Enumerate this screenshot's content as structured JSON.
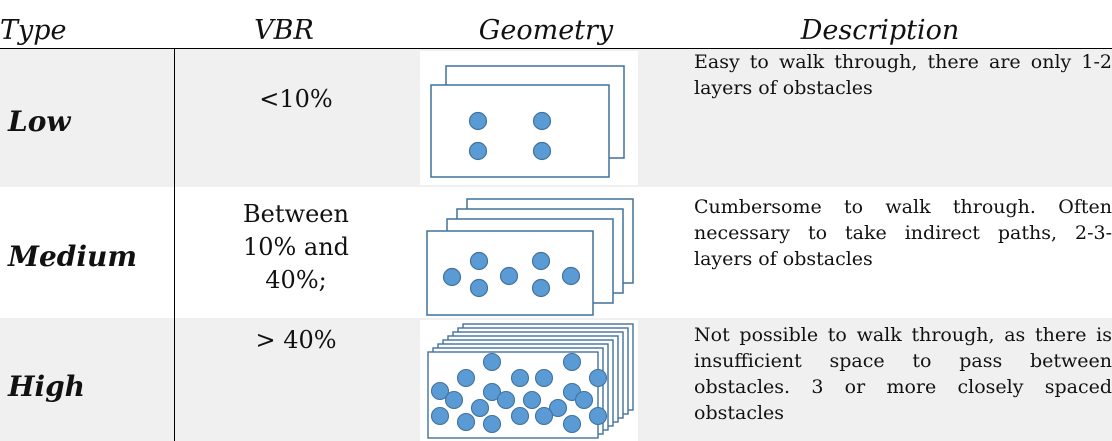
{
  "headers": {
    "type": "Type",
    "vbr": "VBR",
    "geometry": "Geometry",
    "description": "Description"
  },
  "rows": [
    {
      "type": "Low",
      "vbr_lines": [
        "<10%"
      ],
      "description": "Easy to walk through, there are only 1-2 layers of obstacles"
    },
    {
      "type": "Medium",
      "vbr_lines": [
        "Between",
        "10% and",
        "40%;"
      ],
      "description": "Cumbersome to walk through. Often necessary to take indirect paths, 2-3- layers of obstacles"
    },
    {
      "type": "High",
      "vbr_lines": [
        "> 40%"
      ],
      "description": "Not possible to walk through, as there is insufficient space to pass between obstacles. 3 or more closely spaced obstacles"
    }
  ],
  "colors": {
    "dot_fill": "#5b9bd5",
    "dot_stroke": "#41719c",
    "frame_stroke": "#41719c",
    "row_shade": "#f0f0f0"
  }
}
